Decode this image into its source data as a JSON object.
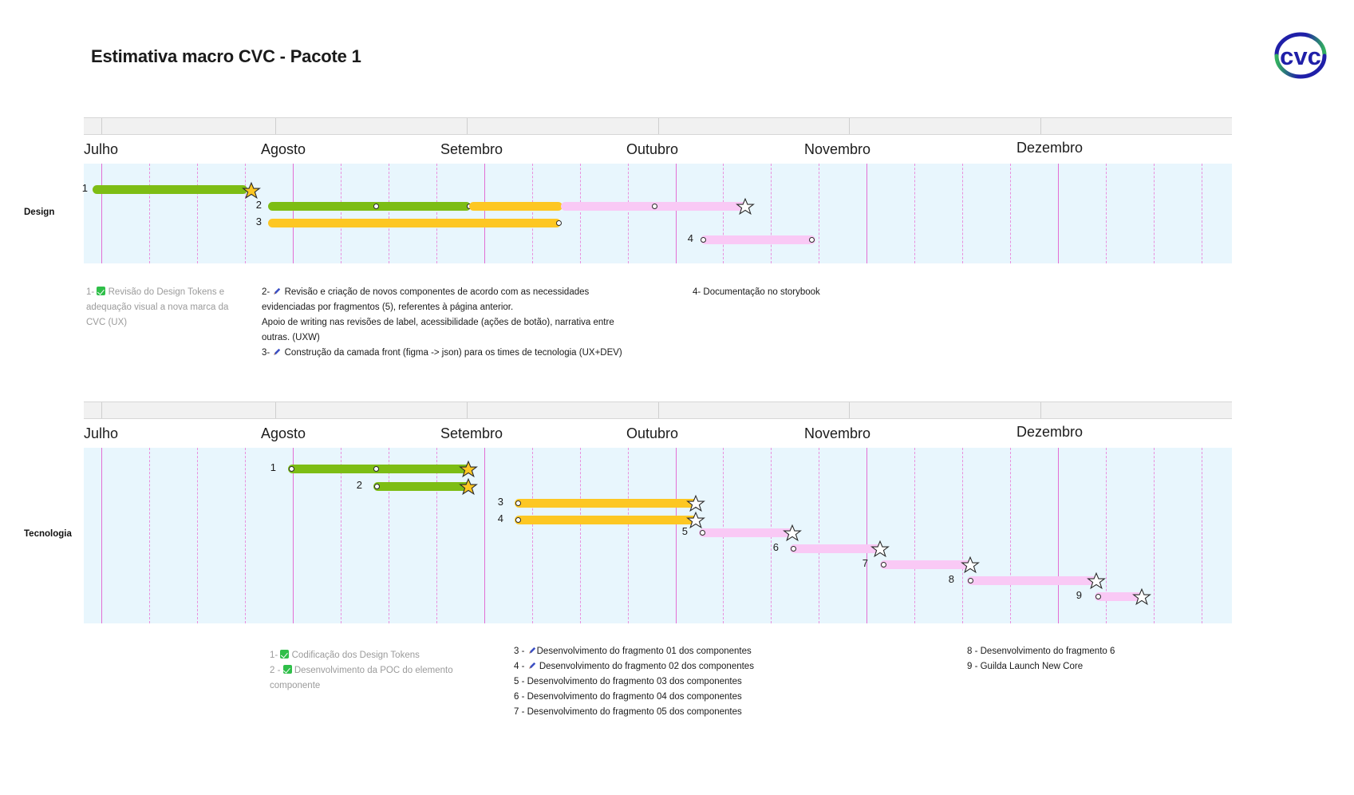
{
  "page": {
    "title": "Estimativa macro CVC - Pacote 1",
    "logo_text": "cvc",
    "colors": {
      "plot_bg": "#e8f6fd",
      "gridline": "#e36fd4",
      "bar_green": "#7dbd14",
      "bar_yellow": "#fdc723",
      "bar_pink": "#f9c9f5",
      "header_strip": "#f1f1f1",
      "logo_navy": "#1f1fa8",
      "logo_green": "#33b15f"
    }
  },
  "months": [
    "Julho",
    "Agosto",
    "Setembro",
    "Outubro",
    "Novembro",
    "Dezembro"
  ],
  "sections": [
    {
      "id": "design",
      "label": "Design",
      "bars": [
        {
          "num": "1",
          "color": "green",
          "dots": [],
          "star": "filled"
        },
        {
          "num": "2",
          "color": "green",
          "dots": [
            "mid1",
            "mid2"
          ],
          "star": null
        },
        {
          "num": "3",
          "color": "yellow",
          "dots": [],
          "star": null
        },
        {
          "num": "4",
          "color": "pink",
          "dots": [
            "start",
            "end"
          ],
          "star": null
        }
      ],
      "legend": [
        {
          "column": 1,
          "muted": true,
          "icon": "check",
          "lines": [
            "1- ✅ Revisão do Design Tokens e",
            "adequação visual a nova marca da",
            "CVC (UX)"
          ]
        },
        {
          "column": 2,
          "muted": false,
          "icon": "pencil",
          "lines": [
            "2- 🖊 Revisão e criação de novos componentes de acordo com as necessidades",
            "evidenciadas por fragmentos (5), referentes à página anterior.",
            "Apoio de writing nas revisões de label, acessibilidade (ações de botão), narrativa entre",
            "outras. (UXW)",
            "3- 🖊 Construção da camada front (figma -> json) para os times de tecnologia (UX+DEV)"
          ]
        },
        {
          "column": 3,
          "muted": false,
          "icon": "none",
          "lines": [
            "4- Documentação no storybook"
          ]
        }
      ]
    },
    {
      "id": "tecnologia",
      "label": "Tecnologia",
      "bars": [
        {
          "num": "1",
          "color": "green",
          "dots": [
            "start",
            "mid"
          ],
          "star": "filled"
        },
        {
          "num": "2",
          "color": "green",
          "dots": [
            "start"
          ],
          "star": "filled"
        },
        {
          "num": "3",
          "color": "yellow",
          "dots": [
            "start"
          ],
          "star": "outline"
        },
        {
          "num": "4",
          "color": "yellow",
          "dots": [
            "start"
          ],
          "star": "outline"
        },
        {
          "num": "5",
          "color": "pink",
          "dots": [
            "start"
          ],
          "star": "outline"
        },
        {
          "num": "6",
          "color": "pink",
          "dots": [
            "start"
          ],
          "star": "outline"
        },
        {
          "num": "7",
          "color": "pink",
          "dots": [
            "start"
          ],
          "star": "outline"
        },
        {
          "num": "8",
          "color": "pink",
          "dots": [
            "start"
          ],
          "star": "outline"
        },
        {
          "num": "9",
          "color": "pink",
          "dots": [
            "start"
          ],
          "star": "outline"
        }
      ],
      "legend": [
        {
          "column": 1,
          "muted": true,
          "icon": "check",
          "lines": [
            "1- ✅ Codificação dos Design Tokens",
            "2 - ✅ Desenvolvimento da POC do elemento",
            "componente"
          ]
        },
        {
          "column": 2,
          "muted": false,
          "icon": "pencil",
          "lines": [
            "3 - 🖊Desenvolvimento do fragmento 01 dos componentes",
            "4 - 🖊 Desenvolvimento do fragmento 02 dos componentes",
            "5 - Desenvolvimento do fragmento 03 dos componentes",
            "6 - Desenvolvimento do fragmento 04 dos componentes",
            "7 - Desenvolvimento do fragmento 05 dos componentes"
          ]
        },
        {
          "column": 3,
          "muted": false,
          "icon": "none",
          "lines": [
            "8 - Desenvolvimento do fragmento 6",
            "9 - Guilda Launch New Core"
          ]
        }
      ]
    }
  ],
  "chart_data": {
    "type": "bar",
    "title": "Estimativa macro CVC - Pacote 1",
    "xlabel": "",
    "ylabel": "",
    "categories": [
      "Julho",
      "Agosto",
      "Setembro",
      "Outubro",
      "Novembro",
      "Dezembro"
    ],
    "grid": true,
    "legend_position": "below",
    "series": [
      {
        "name": "Design",
        "values": [
          {
            "id": "1",
            "label": "Revisão do Design Tokens e adequação visual a nova marca da CVC (UX)",
            "start_month": "Julho",
            "end_month": "Agosto",
            "color": "#7dbd14",
            "status": "done",
            "milestone": true
          },
          {
            "id": "2",
            "label": "Revisão e criação de novos componentes de acordo com as necessidades evidenciadas por fragmentos (5), referentes à página anterior. Apoio de writing nas revisões de label, acessibilidade (ações de botão), narrativa entre outras. (UXW)",
            "start_month": "Agosto",
            "end_month": "Novembro",
            "color": "#7dbd14",
            "status": "in-progress",
            "milestone": true
          },
          {
            "id": "3",
            "label": "Construção da camada front (figma -> json) para os times de tecnologia (UX+DEV)",
            "start_month": "Agosto",
            "end_month": "Setembro",
            "color": "#fdc723",
            "status": "in-progress",
            "milestone": false
          },
          {
            "id": "4",
            "label": "Documentação no storybook",
            "start_month": "Outubro",
            "end_month": "Novembro",
            "color": "#f9c9f5",
            "status": "planned",
            "milestone": false
          }
        ]
      },
      {
        "name": "Tecnologia",
        "values": [
          {
            "id": "1",
            "label": "Codificação dos Design Tokens",
            "start_month": "Agosto",
            "end_month": "Setembro",
            "color": "#7dbd14",
            "status": "done",
            "milestone": true
          },
          {
            "id": "2",
            "label": "Desenvolvimento da POC do elemento componente",
            "start_month": "Agosto",
            "end_month": "Setembro",
            "color": "#7dbd14",
            "status": "done",
            "milestone": true
          },
          {
            "id": "3",
            "label": "Desenvolvimento do fragmento 01 dos componentes",
            "start_month": "Setembro",
            "end_month": "Outubro",
            "color": "#fdc723",
            "status": "in-progress",
            "milestone": true
          },
          {
            "id": "4",
            "label": "Desenvolvimento do fragmento 02 dos componentes",
            "start_month": "Setembro",
            "end_month": "Outubro",
            "color": "#fdc723",
            "status": "in-progress",
            "milestone": true
          },
          {
            "id": "5",
            "label": "Desenvolvimento do fragmento 03 dos componentes",
            "start_month": "Outubro",
            "end_month": "Outubro",
            "color": "#f9c9f5",
            "status": "planned",
            "milestone": true
          },
          {
            "id": "6",
            "label": "Desenvolvimento do fragmento 04 dos componentes",
            "start_month": "Outubro",
            "end_month": "Novembro",
            "color": "#f9c9f5",
            "status": "planned",
            "milestone": true
          },
          {
            "id": "7",
            "label": "Desenvolvimento do fragmento 05 dos componentes",
            "start_month": "Novembro",
            "end_month": "Novembro",
            "color": "#f9c9f5",
            "status": "planned",
            "milestone": true
          },
          {
            "id": "8",
            "label": "Desenvolvimento do fragmento 6",
            "start_month": "Novembro",
            "end_month": "Dezembro",
            "color": "#f9c9f5",
            "status": "planned",
            "milestone": true
          },
          {
            "id": "9",
            "label": "Guilda Launch New Core",
            "start_month": "Dezembro",
            "end_month": "Dezembro",
            "color": "#f9c9f5",
            "status": "planned",
            "milestone": true
          }
        ]
      }
    ]
  }
}
